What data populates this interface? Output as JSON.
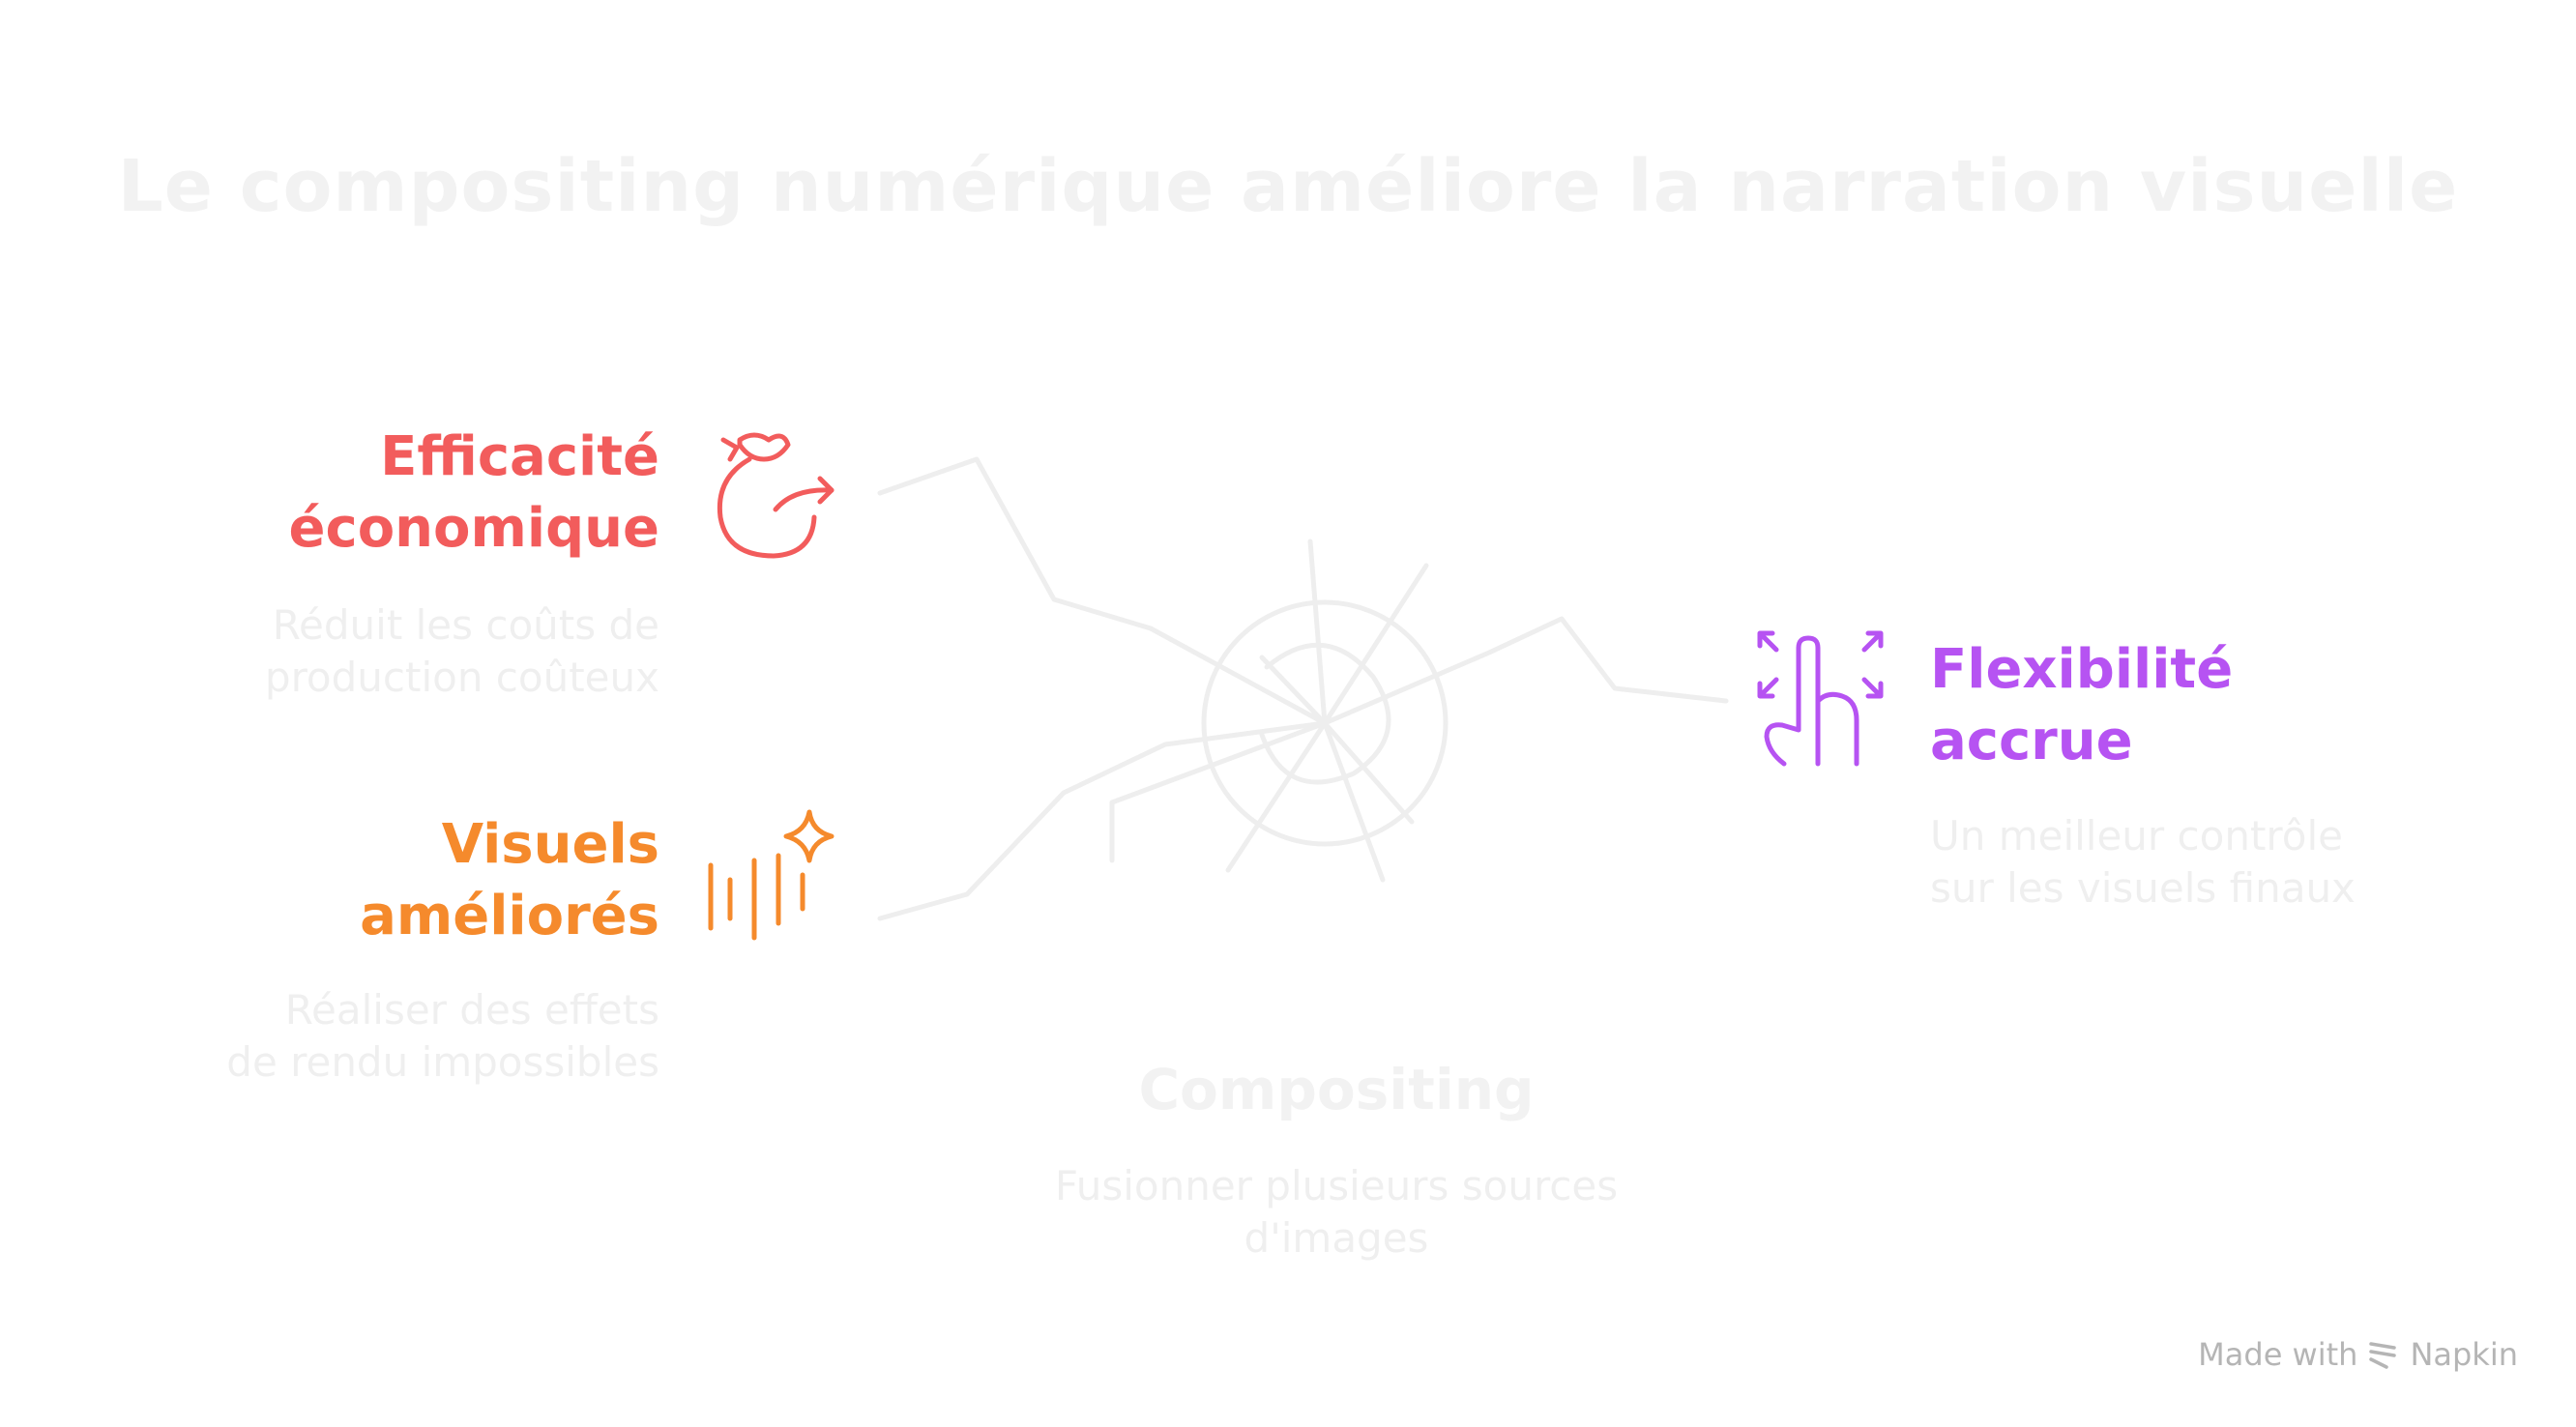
{
  "title": "Le compositing numérique améliore la narration visuelle",
  "center": {
    "title": "Compositing",
    "description_line1": "Fusionner plusieurs sources",
    "description_line2": "d'images"
  },
  "items": [
    {
      "title_line1": "Efficacité",
      "title_line2": "économique",
      "description_line1": "Réduit les coûts de",
      "description_line2": "production coûteux",
      "color": "#f25c5c",
      "icon": "money-bag-icon"
    },
    {
      "title_line1": "Visuels",
      "title_line2": "améliorés",
      "description_line1": "Réaliser des effets",
      "description_line2": "de rendu impossibles",
      "color": "#f58a2c",
      "icon": "sparkle-bars-icon"
    },
    {
      "title_line1": "Flexibilité",
      "title_line2": "accrue",
      "description_line1": "Un meilleur contrôle",
      "description_line2": "sur les visuels finaux",
      "color": "#b653f2",
      "icon": "pinch-expand-icon"
    }
  ],
  "colors": {
    "faded_text": "#efefef",
    "connector": "#efefef"
  },
  "watermark": {
    "made_with": "Made with",
    "brand": "Napkin"
  }
}
